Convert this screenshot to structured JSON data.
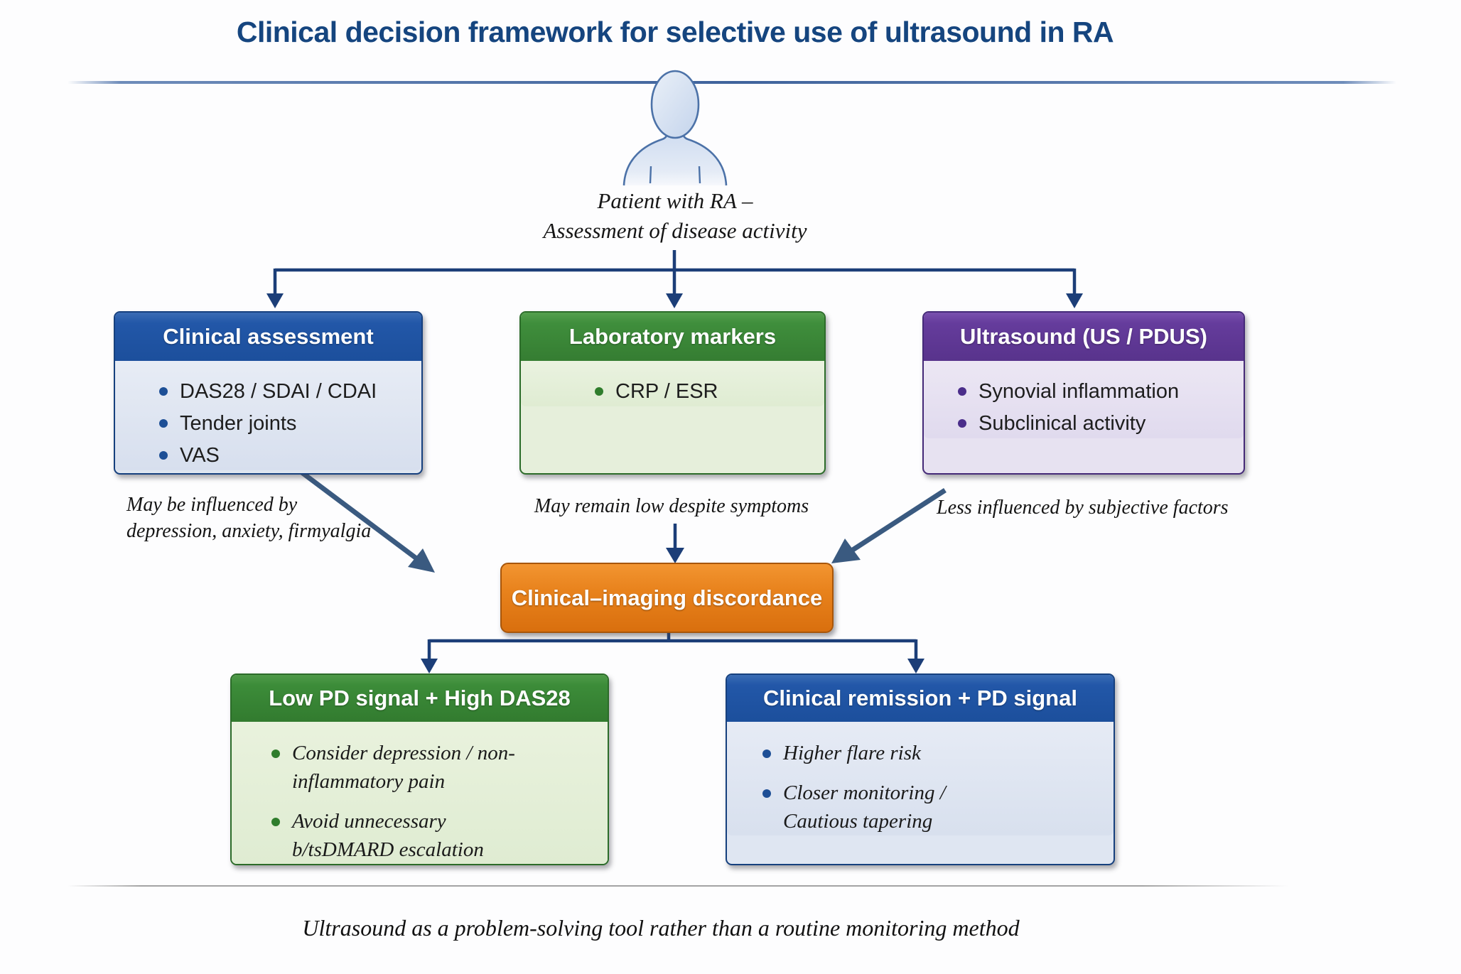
{
  "title": "Clinical decision framework for selective use of ultrasound in RA",
  "patient": {
    "line1": "Patient with RA –",
    "line2": "Assessment of disease activity"
  },
  "top_boxes": [
    {
      "header": "Clinical assessment",
      "items": [
        "DAS28 / SDAI / CDAI",
        "Tender joints",
        "VAS"
      ],
      "header_color": "#2257a8",
      "body_color": "#dee5f0"
    },
    {
      "header": "Laboratory markers",
      "items": [
        "CRP / ESR"
      ],
      "header_color": "#3f8e3c",
      "body_color": "#e6efdb"
    },
    {
      "header": "Ultrasound (US / PDUS)",
      "items": [
        "Synovial inflammation",
        "Subclinical activity"
      ],
      "header_color": "#653c9c",
      "body_color": "#e7e2f1"
    }
  ],
  "annotations": [
    {
      "lines": [
        "May be influenced by",
        "depression, anxiety, firmyalgia"
      ]
    },
    {
      "lines": [
        "May remain low despite symptoms"
      ]
    },
    {
      "lines": [
        "Less influenced by subjective factors"
      ]
    }
  ],
  "discordance": {
    "label": "Clinical–imaging discordance",
    "color": "#e8821c"
  },
  "outcome_boxes": [
    {
      "header": "Low PD signal + High DAS28",
      "items": [
        "Consider depression / non-inflammatory pain",
        "Avoid unnecessary b/tsDMARD escalation"
      ],
      "header_color": "#3c8c39",
      "body_color": "#e3eed7"
    },
    {
      "header": "Clinical remission + PD signal",
      "items": [
        "Higher flare risk",
        "Closer monitoring / Cautious tapering"
      ],
      "header_color": "#2257a8",
      "body_color": "#dfe6f2"
    }
  ],
  "footer": "Ultrasound as a problem-solving tool rather than a routine monitoring method",
  "colors": {
    "title_text": "#15457f",
    "branch_arrow": "#1c3e78",
    "diagonal_arrow": "#3a5a80",
    "title_rule": "#3f639c"
  }
}
